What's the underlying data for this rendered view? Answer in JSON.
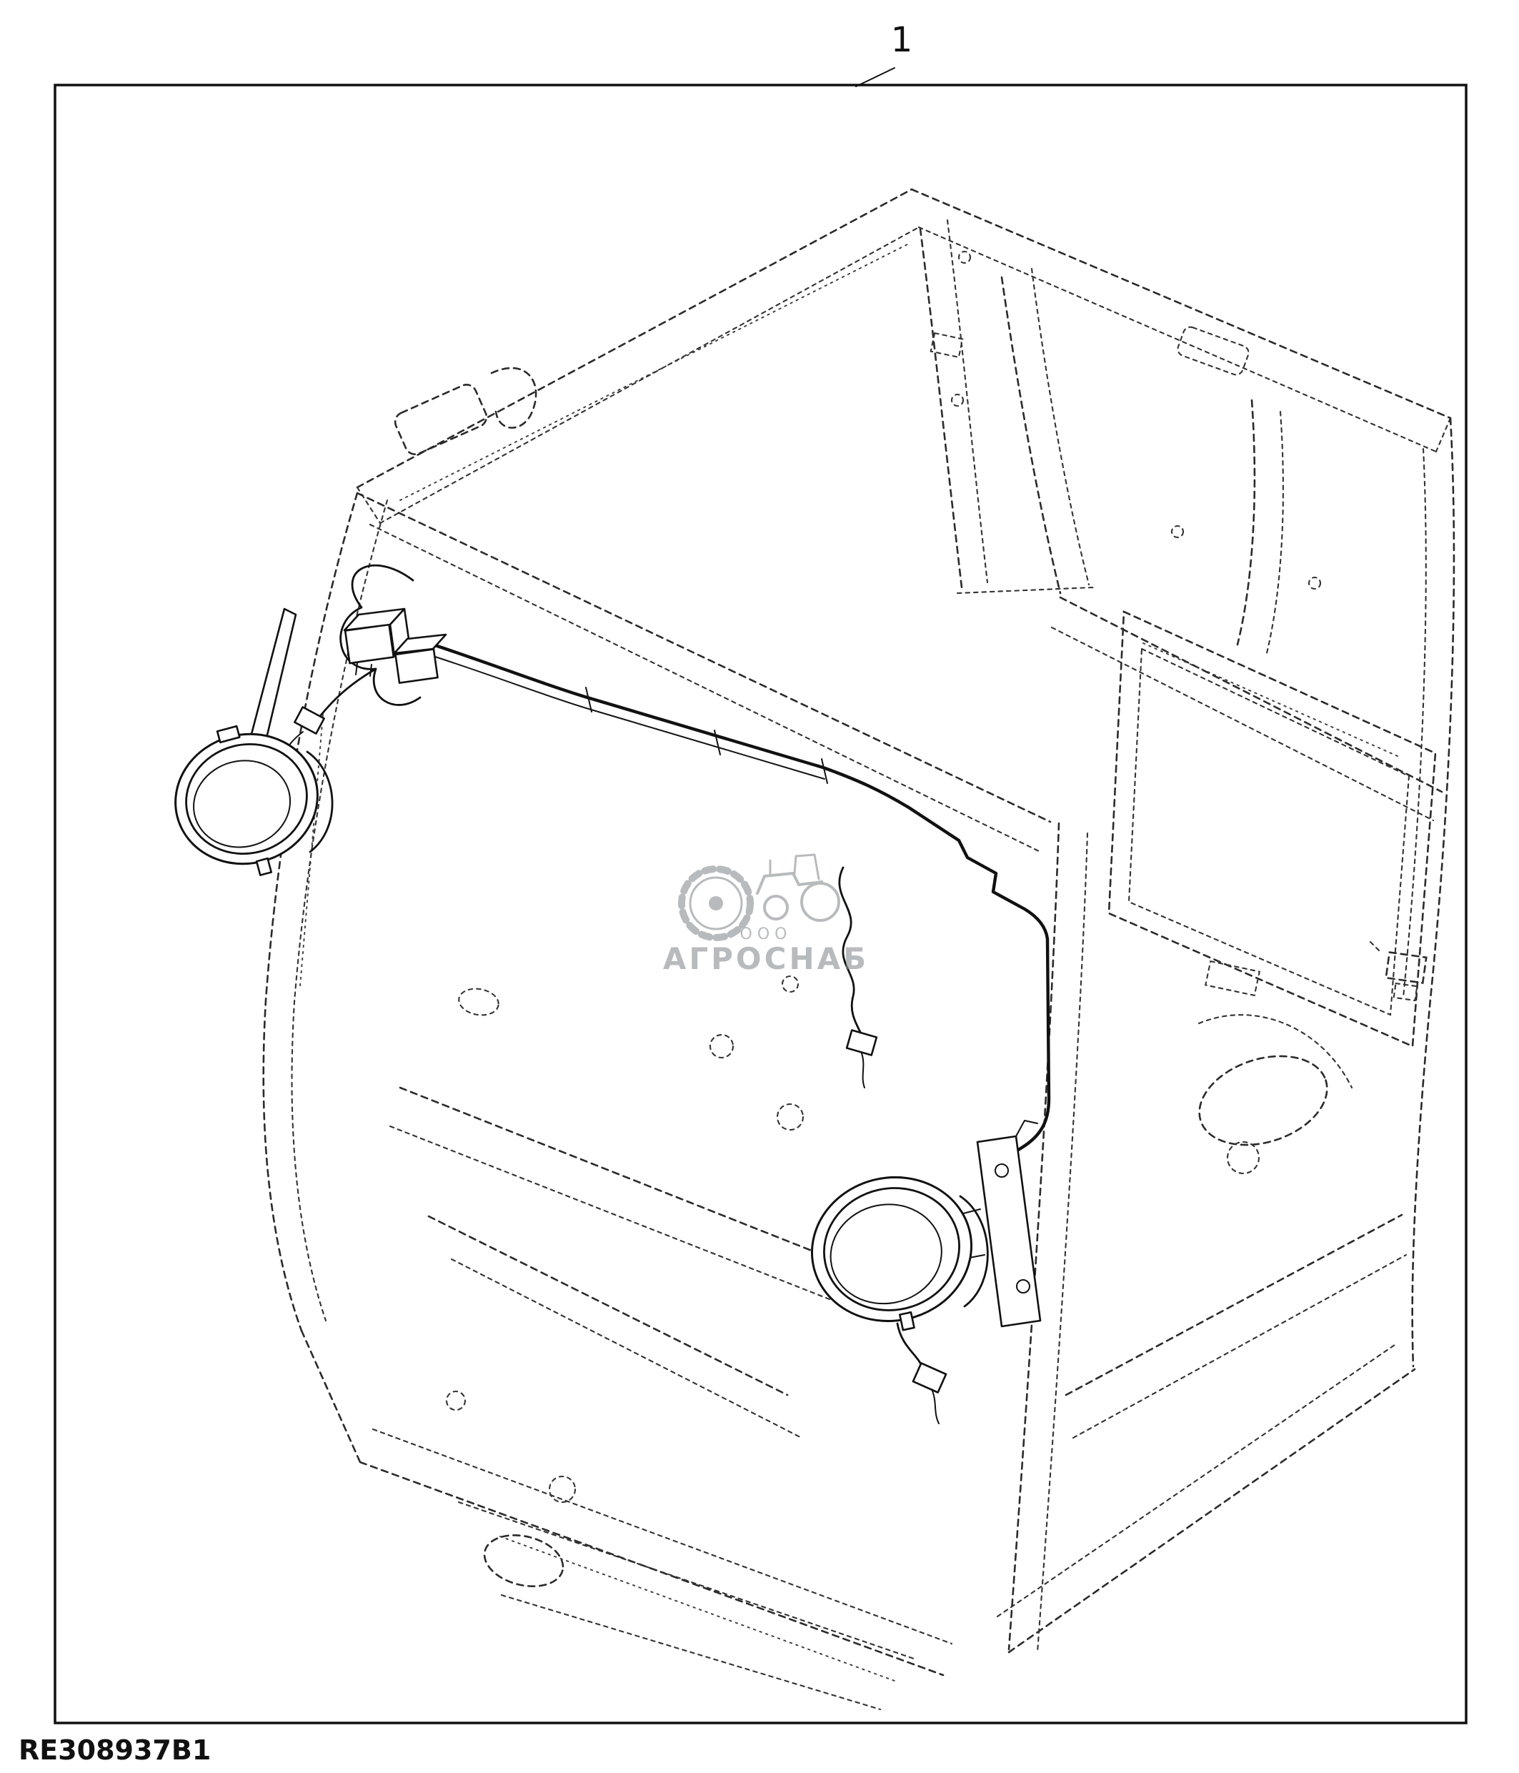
{
  "page": {
    "background_color": "#ffffff",
    "line_color": "#111111",
    "dashed_line_color": "#2b2b2b"
  },
  "callout": {
    "label": "1"
  },
  "watermark": {
    "org_type": "ООО",
    "org_name": "АГРОСНАБ",
    "color": "#8e9396",
    "icons": [
      "gear-icon",
      "tractor-icon"
    ]
  },
  "footer": {
    "part_number": "RE308937B1"
  }
}
